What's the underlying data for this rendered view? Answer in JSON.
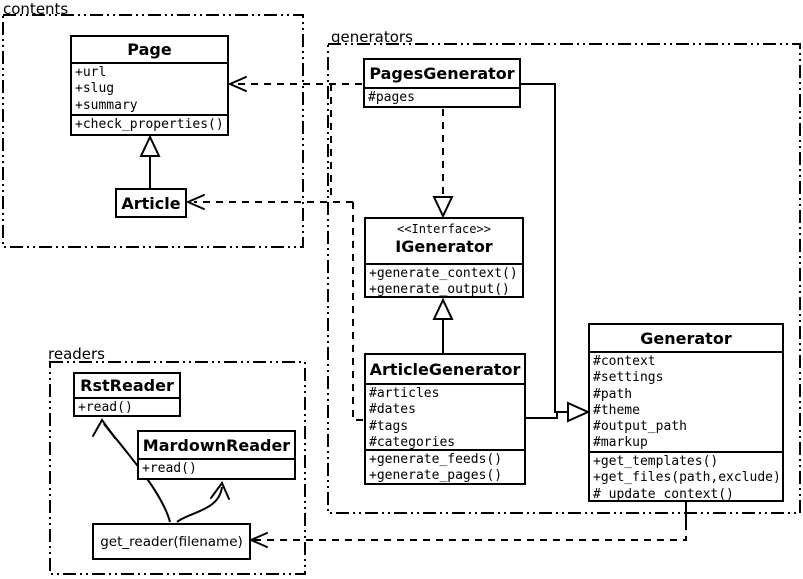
{
  "packages": {
    "contents": {
      "label": "contents"
    },
    "generators": {
      "label": "generators"
    },
    "readers": {
      "label": "readers"
    }
  },
  "classes": {
    "page": {
      "title": "Page",
      "attributes": [
        "+url",
        "+slug",
        "+summary"
      ],
      "methods": [
        "+check_properties()"
      ]
    },
    "article": {
      "title": "Article"
    },
    "pages_generator": {
      "title": "PagesGenerator",
      "attributes": [
        "#pages"
      ]
    },
    "igenerator": {
      "stereotype": "<<Interface>>",
      "title": "IGenerator",
      "methods": [
        "+generate_context()",
        "+generate_output()"
      ]
    },
    "article_generator": {
      "title": "ArticleGenerator",
      "attributes": [
        "#articles",
        "#dates",
        "#tags",
        "#categories"
      ],
      "methods": [
        "+generate_feeds()",
        "+generate_pages()"
      ]
    },
    "generator": {
      "title": "Generator",
      "attributes": [
        "#context",
        "#settings",
        "#path",
        "#theme",
        "#output_path",
        "#markup"
      ],
      "methods": [
        "+get_templates()",
        "+get_files(path,exclude)",
        "#_update_context()"
      ]
    },
    "rst_reader": {
      "title": "RstReader",
      "methods": [
        "+read()"
      ]
    },
    "markdown_reader": {
      "title": "MardownReader",
      "methods": [
        "+read()"
      ]
    },
    "get_reader": {
      "label": "get_reader(filename)"
    }
  },
  "colors": {
    "line": "#000000",
    "background": "#ffffff"
  }
}
